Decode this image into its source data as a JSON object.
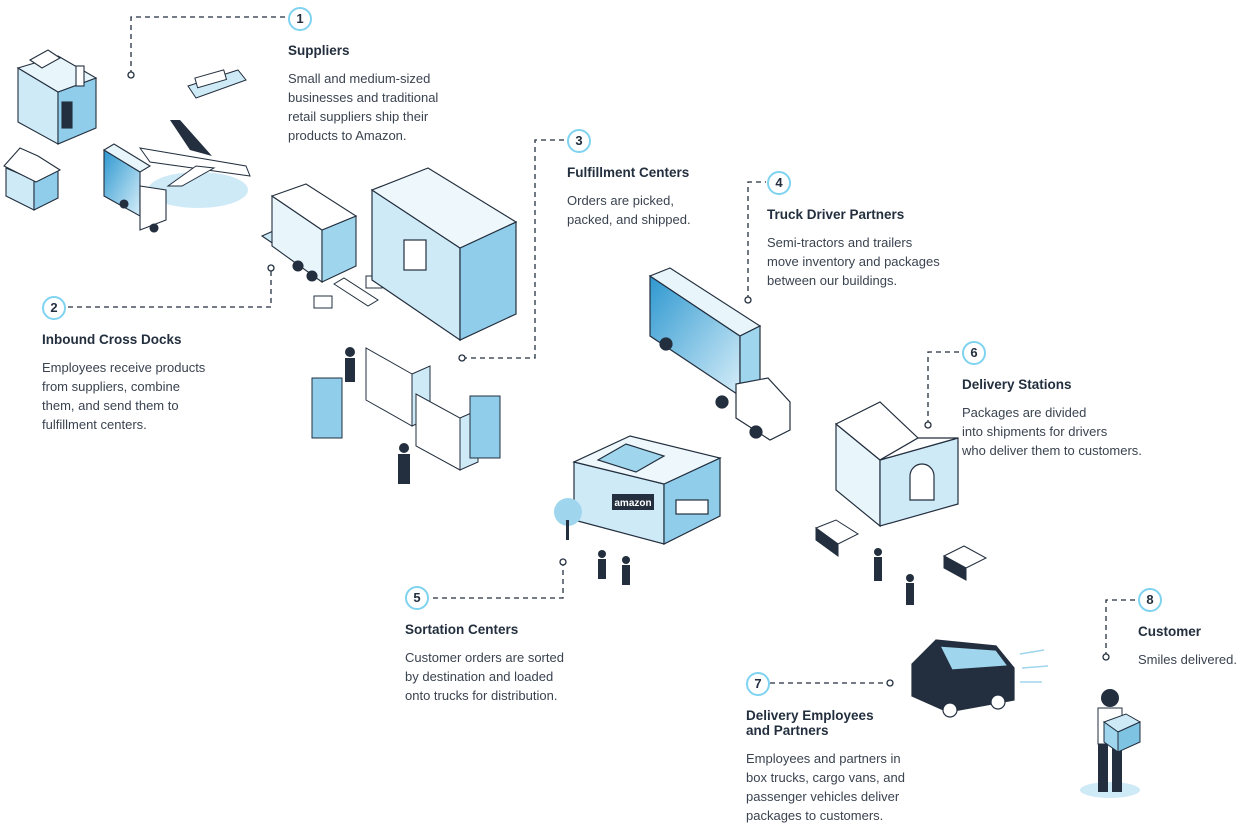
{
  "steps": [
    {
      "number": "1",
      "title": "Suppliers",
      "desc": [
        "Small and medium-sized",
        "businesses and traditional",
        "retail suppliers ship their",
        "products to Amazon."
      ]
    },
    {
      "number": "2",
      "title": "Inbound Cross Docks",
      "desc": [
        "Employees receive products",
        "from suppliers, combine",
        "them, and send them to",
        "fulfillment centers."
      ]
    },
    {
      "number": "3",
      "title": "Fulfillment Centers",
      "desc": [
        "Orders are picked,",
        "packed, and shipped."
      ]
    },
    {
      "number": "4",
      "title": "Truck Driver Partners",
      "desc": [
        "Semi-tractors and trailers",
        "move inventory and packages",
        "between our buildings."
      ]
    },
    {
      "number": "5",
      "title": "Sortation Centers",
      "desc": [
        "Customer orders are sorted",
        "by destination and loaded",
        "onto trucks for distribution."
      ]
    },
    {
      "number": "6",
      "title": "Delivery Stations",
      "desc": [
        "Packages are divided",
        "into shipments for drivers",
        "who deliver them to customers."
      ]
    },
    {
      "number": "7",
      "title": "Delivery Employees",
      "title_line2": "and Partners",
      "desc": [
        "Employees and partners in",
        "box trucks, cargo vans, and",
        "passenger vehicles deliver",
        "packages to customers."
      ]
    },
    {
      "number": "8",
      "title": "Customer",
      "desc": [
        "Smiles delivered."
      ]
    }
  ],
  "sign": {
    "text": "amazon"
  },
  "colors": {
    "navy": "#232f3e",
    "light_blue": "#cfeaf7",
    "mid_blue": "#9fd6ee",
    "accent": "#2e9fd3",
    "ring": "#7fd3f0"
  }
}
